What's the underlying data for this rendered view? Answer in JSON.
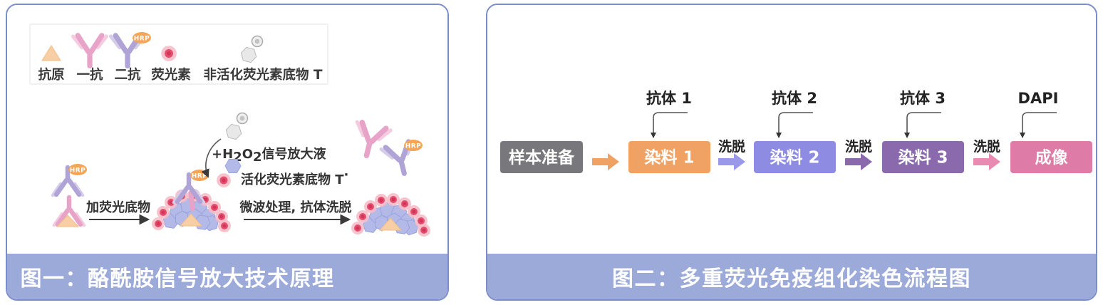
{
  "panels": {
    "left": {
      "caption": "图一：酪酰胺信号放大技术原理",
      "legend": {
        "items": [
          {
            "label": "抗原"
          },
          {
            "label": "一抗"
          },
          {
            "label": "二抗"
          },
          {
            "label": "荧光素"
          },
          {
            "label": "非活化荧光素底物 T"
          }
        ]
      },
      "hrp_label": "HRP",
      "steps": {
        "step1_label": "加荧光底物",
        "amplifier_parts": {
          "p1": "+H",
          "sub1": "2",
          "p2": "O",
          "sub2": "2",
          "p3": "信号放大液"
        },
        "activated_label": "活化荧光素底物 T",
        "activated_sup": "·",
        "step2_label": "微波处理, 抗体洗脱"
      },
      "colors": {
        "antigen": "#f8cfa4",
        "primary_antibody": "#e8a3c8",
        "secondary_antibody": "#b0a3d5",
        "hrp": "#f3a558",
        "fluorophore": "#e24e6e",
        "inactive_substrate": "#e6e6e6",
        "active_substrate": "#b3bae8"
      }
    },
    "right": {
      "caption": "图二：多重荧光免疫组化染色流程图",
      "flow": {
        "boxes": [
          {
            "label": "样本准备",
            "color": "#78777b"
          },
          {
            "label": "染料 1",
            "color": "#f0a264",
            "top_label": "抗体 1"
          },
          {
            "label": "染料 2",
            "color": "#8d8be2",
            "top_label": "抗体 2"
          },
          {
            "label": "染料 3",
            "color": "#8a69ad",
            "top_label": "抗体 3"
          },
          {
            "label": "成像",
            "color": "#de7ba6",
            "top_label": "DAPI"
          }
        ],
        "arrow_colors": [
          "#f0a264",
          "#9a98e8",
          "#8a69ad",
          "#e98ab2"
        ],
        "wash_label": "洗脱"
      }
    },
    "shared_colors": {
      "panel_border": "#7b8ec9",
      "caption_bar": "#9caad9",
      "caption_text": "#ffffff"
    }
  }
}
